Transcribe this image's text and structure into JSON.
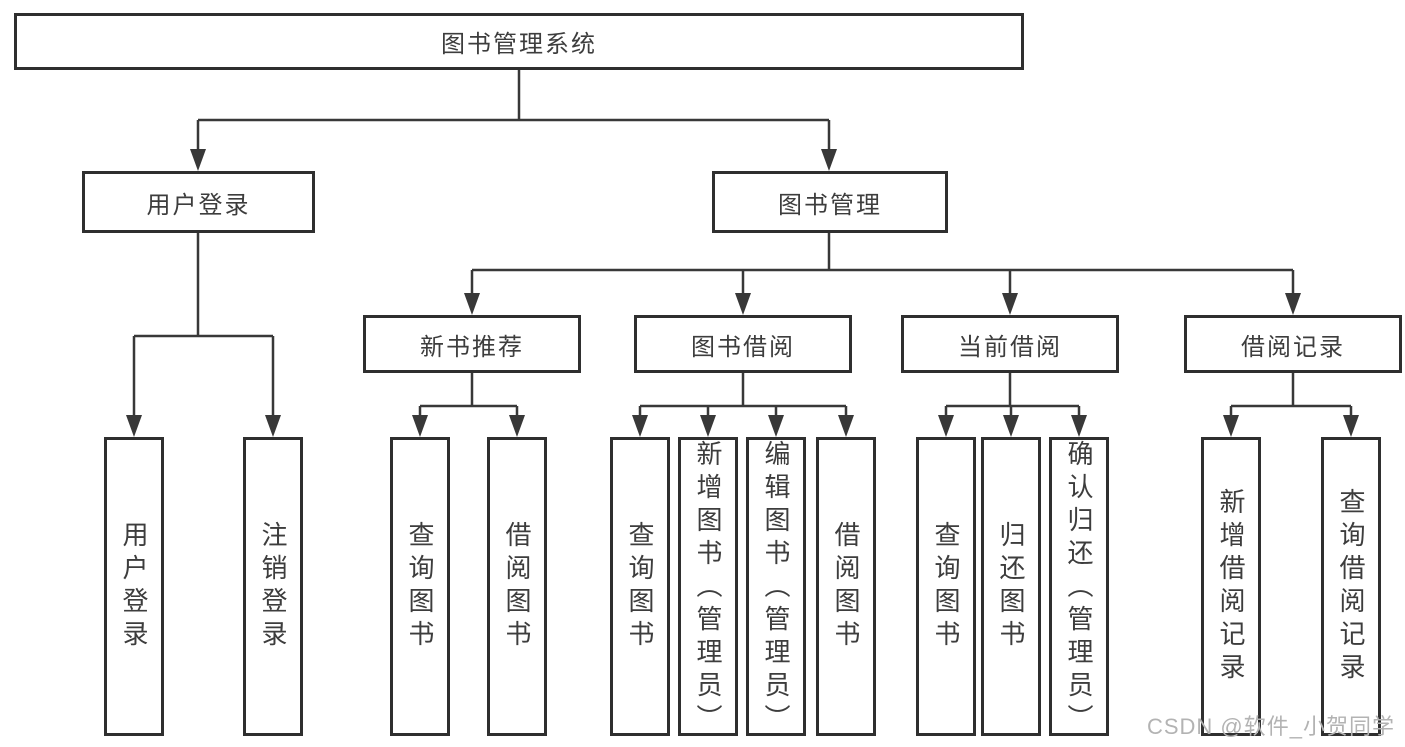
{
  "diagram": {
    "root": {
      "label": "图书管理系统"
    },
    "user_login": {
      "label": "用户登录",
      "children": [
        {
          "label": "用户登录"
        },
        {
          "label": "注销登录"
        }
      ]
    },
    "book_management": {
      "label": "图书管理",
      "sections": [
        {
          "label": "新书推荐",
          "children": [
            {
              "label": "查询图书"
            },
            {
              "label": "借阅图书"
            }
          ]
        },
        {
          "label": "图书借阅",
          "children": [
            {
              "label": "查询图书"
            },
            {
              "label": "新增图书（管理员）"
            },
            {
              "label": "编辑图书（管理员）"
            },
            {
              "label": "借阅图书"
            }
          ]
        },
        {
          "label": "当前借阅",
          "children": [
            {
              "label": "查询图书"
            },
            {
              "label": "归还图书"
            },
            {
              "label": "确认归还（管理员）"
            }
          ]
        },
        {
          "label": "借阅记录",
          "children": [
            {
              "label": "新增借阅记录"
            },
            {
              "label": "查询借阅记录"
            }
          ]
        }
      ]
    },
    "watermark": "CSDN @软件_小贺同学",
    "colors": {
      "background": "#ffffff",
      "box_border": "#2f2f2f",
      "connector": "#383838",
      "text": "#3d3d3d",
      "watermark": "#b3b3b3"
    }
  }
}
